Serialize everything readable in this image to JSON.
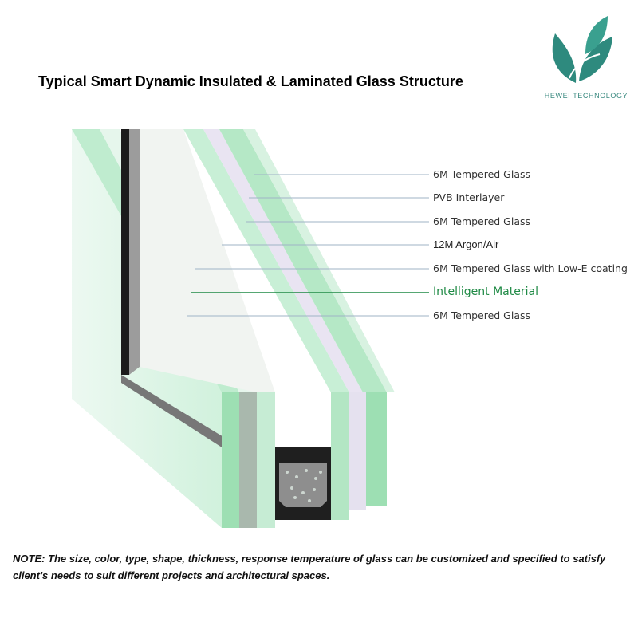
{
  "title": "Typical Smart Dynamic Insulated & Laminated Glass Structure",
  "brand": {
    "name": "HEWEI TECHNOLOGY",
    "logo_icon": "leaf-logo-icon",
    "color": "#3b8a80"
  },
  "layers": [
    {
      "label": "6M Tempered Glass"
    },
    {
      "label": "PVB Interlayer"
    },
    {
      "label": "6M Tempered Glass"
    },
    {
      "label": "12M Argon/Air"
    },
    {
      "label": "6M Tempered Glass with Low-E coating"
    },
    {
      "label": "Intelligent Material"
    },
    {
      "label": "6M Tempered Glass"
    }
  ],
  "colors": {
    "glass": "#b7e9c9",
    "glass_edge": "#8fd9ab",
    "highlight": "#1f8a45",
    "spacer": "#222222"
  },
  "note": "NOTE: The size, color, type, shape, thickness, response temperature of glass can be customized and specified to satisfy client's needs to suit different projects and architectural spaces."
}
